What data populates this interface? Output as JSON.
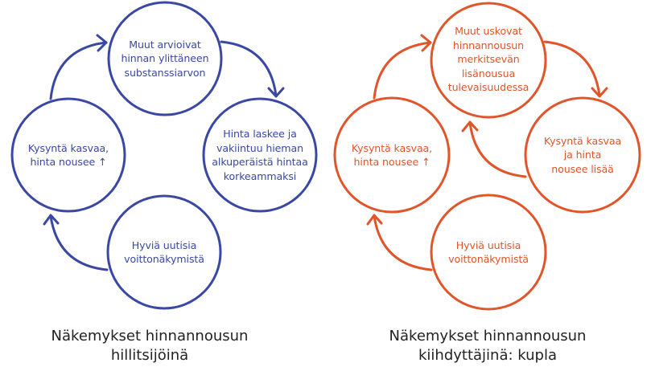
{
  "colors": {
    "left_diagram": "#3a48a4",
    "right_diagram": "#e1552b",
    "caption_text": "#222222",
    "background": "#ffffff"
  },
  "left_diagram": {
    "nodes": [
      {
        "id": "top",
        "label": "Muut arvioivat\nhinnan ylittäneen\nsubstanssiarvon"
      },
      {
        "id": "right",
        "label": "Hinta laskee ja\nvakiintuu hieman\nalkuperäistä hintaa\nkorkeammaksi"
      },
      {
        "id": "left",
        "label": "Kysyntä kasvaa,\nhinta nousee ↑"
      },
      {
        "id": "bottom",
        "label": "Hyviä uutisia\nvoittonäkymistä"
      }
    ],
    "caption": "Näkemykset hinnannousun\nhillitsijöinä",
    "arrows": [
      {
        "from": "bottom",
        "to": "left"
      },
      {
        "from": "left",
        "to": "top"
      },
      {
        "from": "top",
        "to": "right"
      }
    ]
  },
  "right_diagram": {
    "nodes": [
      {
        "id": "top",
        "label": "Muut uskovat\nhinnannousun\nmerkitsevän\nlisänousua\ntulevaisuudessa"
      },
      {
        "id": "right",
        "label": "Kysyntä kasvaa\nja hinta\nnousee lisää"
      },
      {
        "id": "left",
        "label": "Kysyntä kasvaa,\nhinta nousee ↑"
      },
      {
        "id": "bottom",
        "label": "Hyviä uutisia\nvoittonäkymistä"
      }
    ],
    "caption": "Näkemykset hinnannousun\nkiihdyttäjinä: kupla",
    "arrows": [
      {
        "from": "bottom",
        "to": "left"
      },
      {
        "from": "left",
        "to": "top"
      },
      {
        "from": "top",
        "to": "right"
      },
      {
        "from": "right",
        "to": "top"
      }
    ]
  }
}
